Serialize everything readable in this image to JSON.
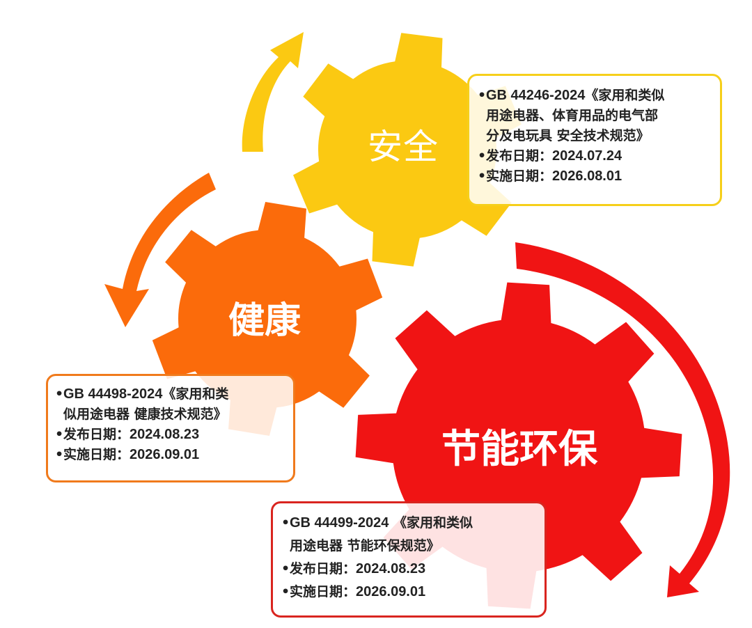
{
  "colors": {
    "safety_gear": "#fbc912",
    "health_gear": "#fb6b0b",
    "energy_gear": "#f01414",
    "safety_arrow": "#fbc912",
    "health_arrow": "#fb6b0b",
    "energy_arrow": "#f01414",
    "safety_border": "#f6cf1a",
    "health_border": "#f07a1c",
    "energy_border": "#d9251f",
    "text": "#222222"
  },
  "gears": {
    "safety": {
      "label": "安全"
    },
    "health": {
      "label": "健康"
    },
    "energy": {
      "label": "节能环保"
    }
  },
  "boxes": {
    "safety": {
      "bullet": "•",
      "standard_code": "GB 44246-2024",
      "title_line1": "《家用和类似",
      "title_line2": "用途电器、体育用品的电气部",
      "title_line3": "分及电玩具 安全技术规范》",
      "release_label": "发布日期：",
      "release_date": "2024.07.24",
      "effective_label": "实施日期：",
      "effective_date": "2026.08.01"
    },
    "health": {
      "bullet": "•",
      "standard_code": "GB 44498-2024",
      "title_line1": "《家用和类",
      "title_line2": "似用途电器 健康技术规范》",
      "release_label": "发布日期：",
      "release_date": "2024.08.23",
      "effective_label": "实施日期：",
      "effective_date": "2026.09.01"
    },
    "energy": {
      "bullet": "•",
      "standard_code": "GB 44499-2024",
      "title_line1": " 《家用和类似",
      "title_line2": "用途电器 节能环保规范》",
      "release_label": "发布日期：",
      "release_date": "2024.08.23",
      "effective_label": "实施日期：",
      "effective_date": "2026.09.01"
    }
  }
}
